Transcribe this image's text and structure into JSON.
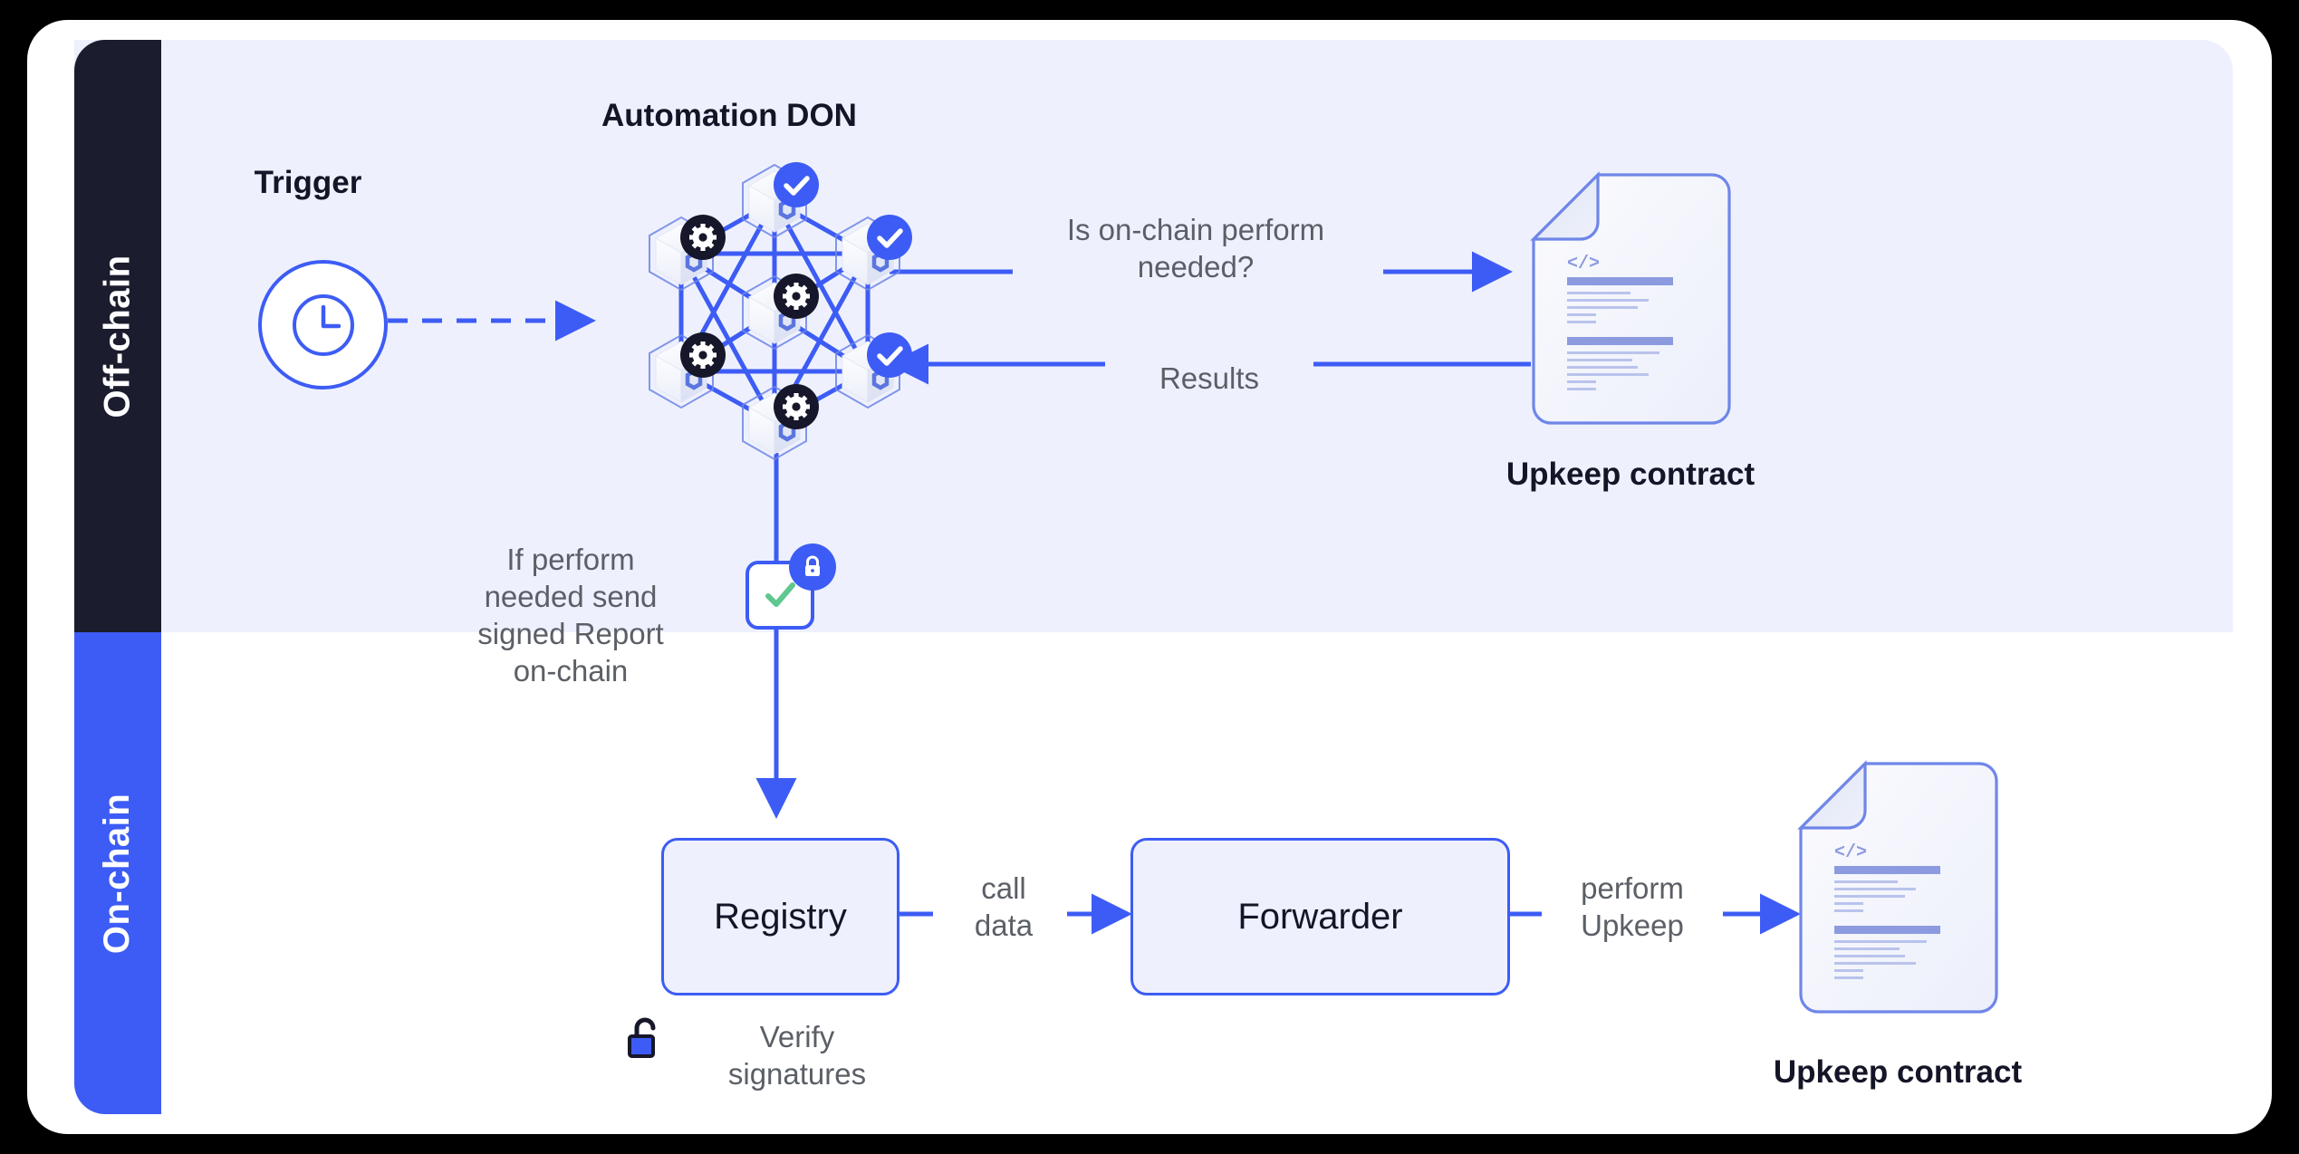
{
  "diagram": {
    "rails": {
      "offchain": "Off-chain",
      "onchain": "On-chain"
    },
    "trigger": {
      "title": "Trigger",
      "icon": "clock-icon"
    },
    "don": {
      "title": "Automation DON",
      "node_count": 7,
      "node_badges": [
        "check",
        "gear",
        "check",
        "gear",
        "gear",
        "check",
        "gear"
      ]
    },
    "flow_labels": {
      "question": "Is on-chain perform\nneeded?",
      "results": "Results",
      "send_report": "If perform\nneeded send\nsigned Report\non-chain",
      "call_data": "call\ndata",
      "perform_upkeep": "perform\nUpkeep",
      "verify_signatures": "Verify\nsignatures"
    },
    "boxes": {
      "registry": "Registry",
      "forwarder": "Forwarder"
    },
    "documents": {
      "top_caption": "Upkeep contract",
      "bottom_caption": "Upkeep contract",
      "code_glyph": "</>"
    },
    "icons": {
      "locked": "lock-closed-icon",
      "unlocked": "lock-open-icon",
      "report_check": "check-icon"
    },
    "colors": {
      "brand_blue": "#3d5cf5",
      "panel_lavender": "#eef1fd",
      "rail_dark": "#1b1d2e",
      "text_grey": "#5b5f66",
      "text_dark": "#141527",
      "green_check": "#5fc78f",
      "doc_line": "#8c9ae0"
    }
  }
}
